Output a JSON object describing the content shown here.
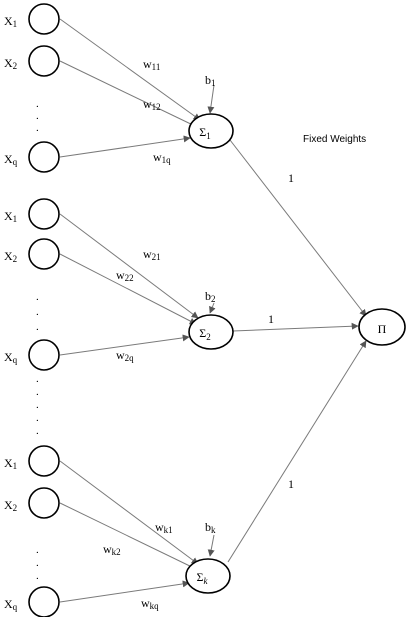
{
  "fixed_weights_label": "Fixed Weights",
  "input_letter": "X",
  "weight_letter": "w",
  "bias_letter": "b",
  "sum_symbol": "Σ",
  "product_symbol": "Π",
  "groups": [
    {
      "inputs": [
        "1",
        "2",
        "q"
      ],
      "weights": [
        "11",
        "12",
        "1q"
      ],
      "bias": "1",
      "sum_sub": "1",
      "out_weight": "1"
    },
    {
      "inputs": [
        "1",
        "2",
        "q"
      ],
      "weights": [
        "21",
        "22",
        "2q"
      ],
      "bias": "2",
      "sum_sub": "2",
      "out_weight": "1"
    },
    {
      "inputs": [
        "1",
        "2",
        "q"
      ],
      "weights": [
        "k1",
        "k2",
        "kq"
      ],
      "bias": "k",
      "sum_sub": "k",
      "out_weight": "1"
    }
  ]
}
